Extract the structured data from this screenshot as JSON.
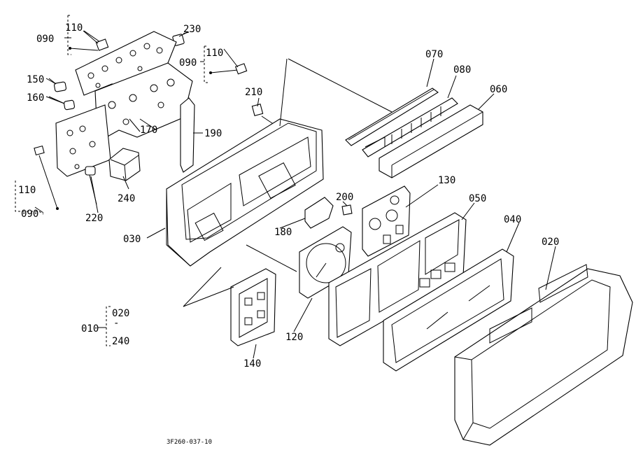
{
  "labels": {
    "p010": "010",
    "p020": "020",
    "p020b": "020",
    "p030": "030",
    "p040": "040",
    "p050": "050",
    "p060": "060",
    "p070": "070",
    "p080": "080",
    "p090a": "090",
    "p090b": "090",
    "p090c": "090",
    "p110a": "110",
    "p110b": "110",
    "p110c": "110",
    "p120": "120",
    "p130": "130",
    "p140": "140",
    "p150": "150",
    "p160": "160",
    "p170": "170",
    "p180": "180",
    "p190": "190",
    "p200": "200",
    "p210": "210",
    "p220": "220",
    "p230": "230",
    "p240": "240",
    "p240b": "240",
    "drawing_code": "3F260-037-10"
  }
}
